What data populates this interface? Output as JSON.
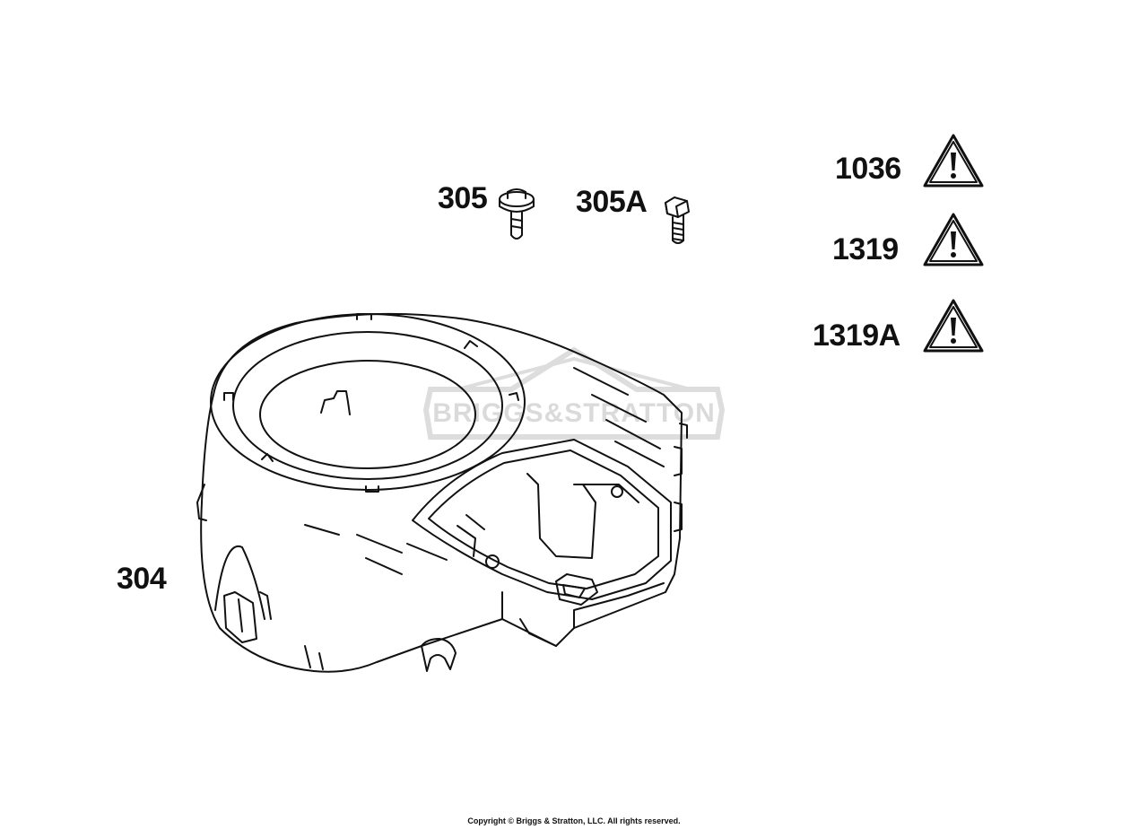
{
  "diagram": {
    "callouts": {
      "part_305": "305",
      "part_305A": "305A",
      "part_304": "304",
      "part_1036": "1036",
      "part_1319": "1319",
      "part_1319A": "1319A"
    },
    "watermark": "BRIGGS&STRATTON",
    "warning_icon": "warning-triangle-icon",
    "copyright": "Copyright © Briggs & Stratton, LLC. All rights reserved."
  }
}
